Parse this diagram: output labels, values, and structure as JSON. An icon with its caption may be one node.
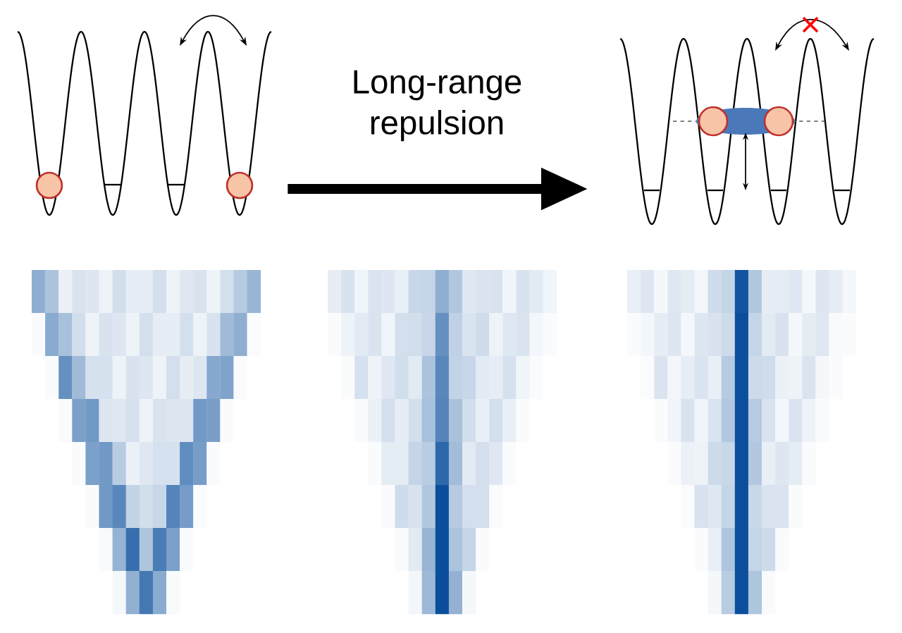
{
  "diagram": {
    "nodes": [
      {
        "text": [],
        "shape": "picture"
      },
      {
        "text": [],
        "shape": "picture"
      }
    ],
    "edges": [
      {
        "from": 0,
        "to": 1,
        "arrow": "to",
        "label": "Long-range repulsion"
      }
    ]
  }
}
